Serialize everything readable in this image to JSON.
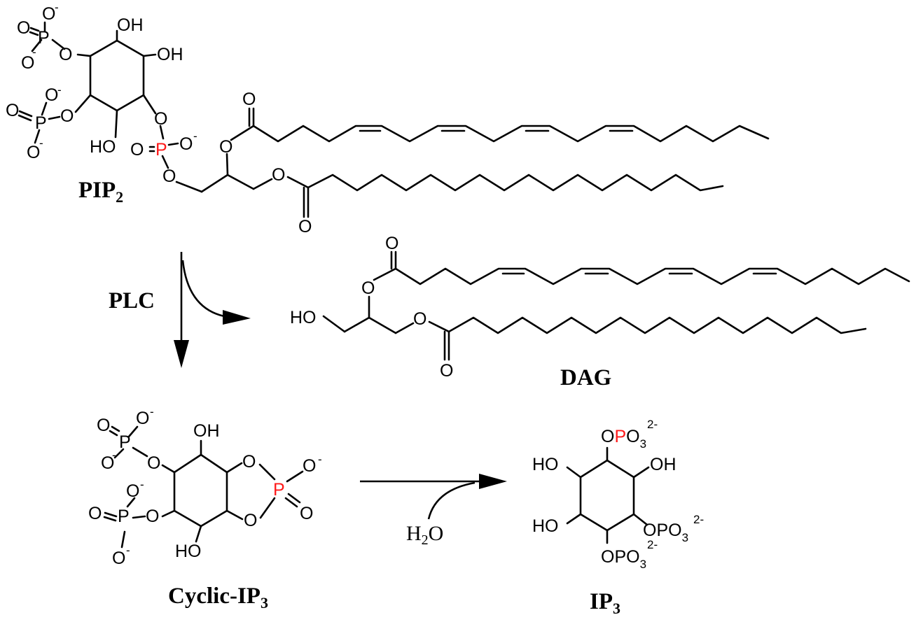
{
  "compounds": {
    "pip2": {
      "name": "PIP",
      "sub": "2"
    },
    "dag": {
      "name": "DAG"
    },
    "cyclic_ip3": {
      "name": "Cyclic-IP",
      "sub": "3"
    },
    "ip3": {
      "name": "IP",
      "sub": "3"
    }
  },
  "reagents": {
    "enzyme": "PLC",
    "water": {
      "main": "H",
      "sub": "2",
      "tail": "O"
    }
  },
  "atoms": {
    "O": "O",
    "OH": "OH",
    "HO": "HO",
    "P": "P",
    "minus": "-",
    "dianion": "2-",
    "OPO": "OPO",
    "PO": "PO",
    "three": "3"
  },
  "colors": {
    "bond": "#000000",
    "highlight_phosphorus": "#ff1a1a",
    "background": "#ffffff"
  }
}
